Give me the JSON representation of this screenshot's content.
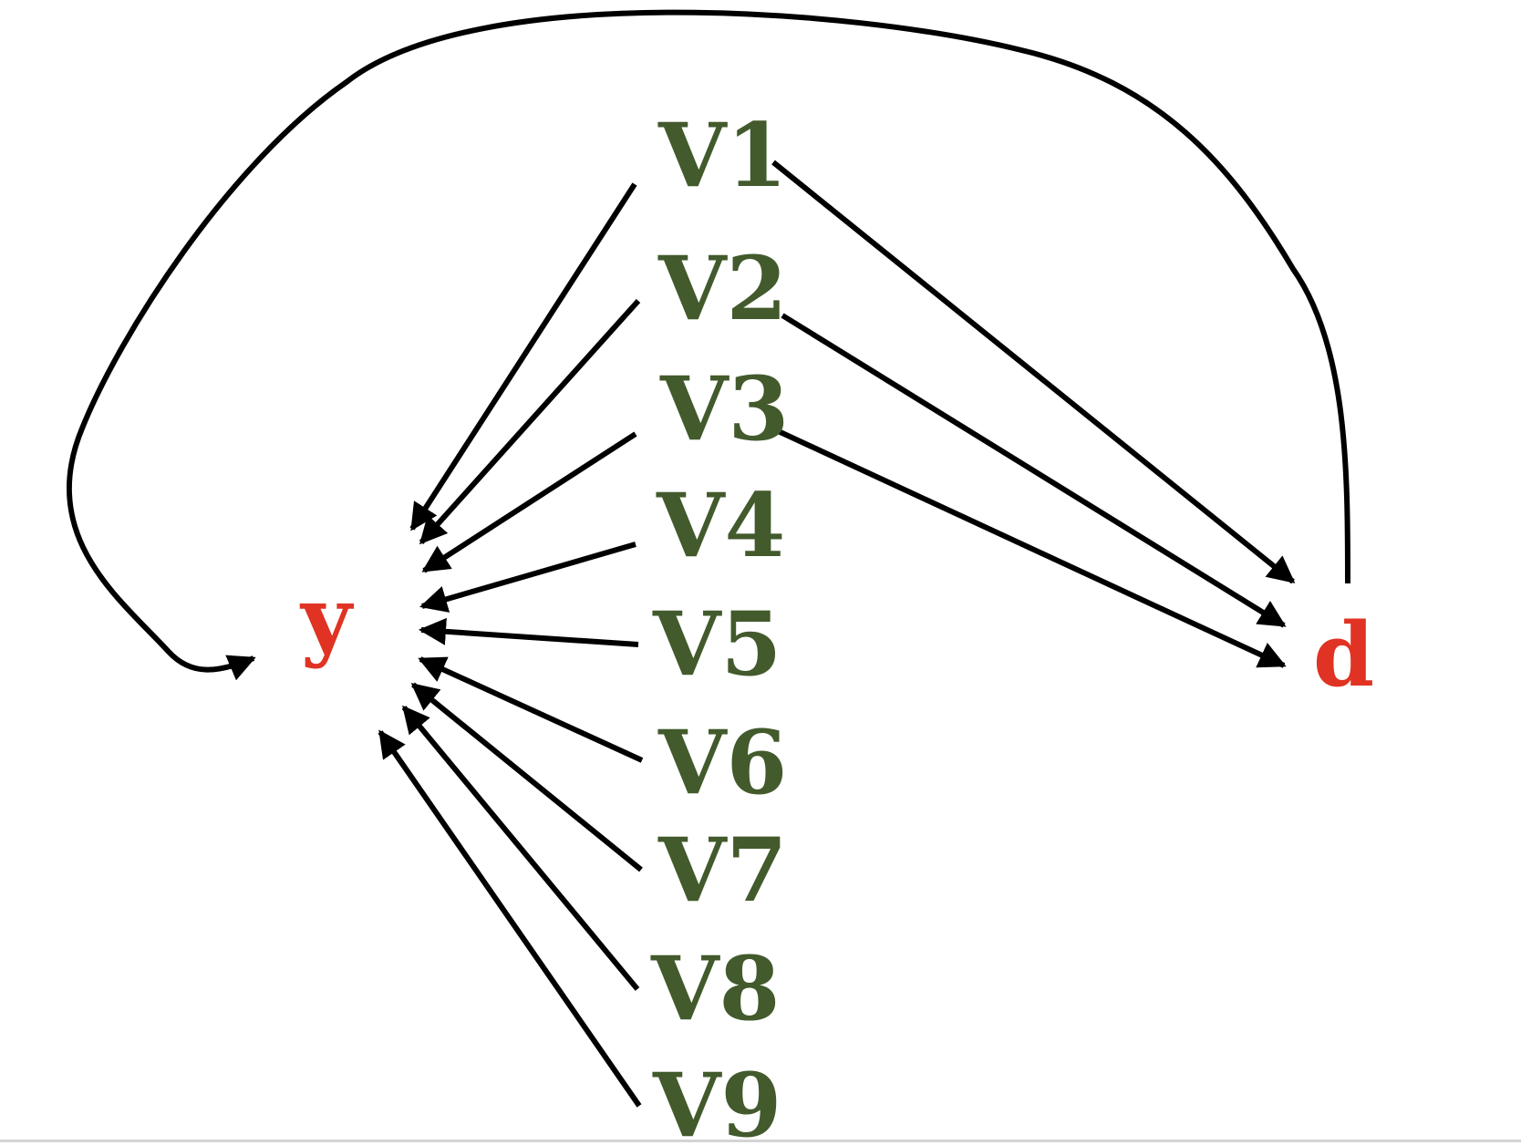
{
  "colors": {
    "covariate": "#425a2c",
    "key_variable": "#e03323",
    "edge": "#000000"
  },
  "nodes": {
    "v1": {
      "label": "V1"
    },
    "v2": {
      "label": "V2"
    },
    "v3": {
      "label": "V3"
    },
    "v4": {
      "label": "V4"
    },
    "v5": {
      "label": "V5"
    },
    "v6": {
      "label": "V6"
    },
    "v7": {
      "label": "V7"
    },
    "v8": {
      "label": "V8"
    },
    "v9": {
      "label": "V9"
    },
    "y": {
      "label": "y"
    },
    "d": {
      "label": "d"
    }
  },
  "edges": [
    {
      "from": "V1",
      "to": "y"
    },
    {
      "from": "V2",
      "to": "y"
    },
    {
      "from": "V3",
      "to": "y"
    },
    {
      "from": "V4",
      "to": "y"
    },
    {
      "from": "V5",
      "to": "y"
    },
    {
      "from": "V6",
      "to": "y"
    },
    {
      "from": "V7",
      "to": "y"
    },
    {
      "from": "V8",
      "to": "y"
    },
    {
      "from": "V9",
      "to": "y"
    },
    {
      "from": "V1",
      "to": "d"
    },
    {
      "from": "V2",
      "to": "d"
    },
    {
      "from": "V3",
      "to": "d"
    },
    {
      "from": "d",
      "to": "y"
    }
  ]
}
